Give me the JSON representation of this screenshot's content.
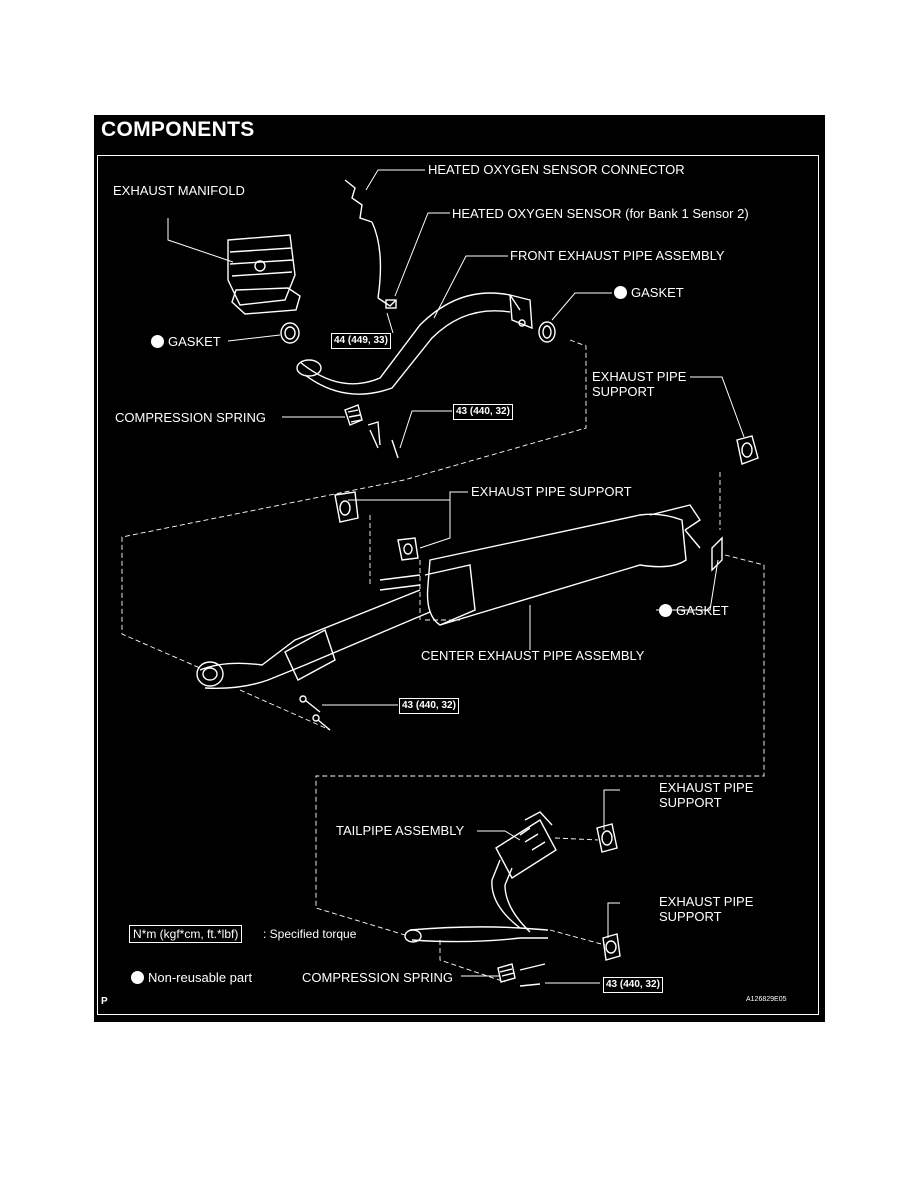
{
  "title": "COMPONENTS",
  "labels": {
    "heated_oxygen_sensor_connector": "HEATED OXYGEN SENSOR CONNECTOR",
    "exhaust_manifold": "EXHAUST MANIFOLD",
    "heated_oxygen_sensor": "HEATED OXYGEN SENSOR (for Bank 1 Sensor 2)",
    "front_exhaust_pipe_assembly": "FRONT EXHAUST PIPE ASSEMBLY",
    "gasket_front_right": "GASKET",
    "gasket_left": "GASKET",
    "exhaust_pipe_support_1": "EXHAUST PIPE\nSUPPORT",
    "compression_spring_1": "COMPRESSION SPRING",
    "exhaust_pipe_support_2": "EXHAUST PIPE SUPPORT",
    "gasket_center": "GASKET",
    "center_exhaust_pipe_assembly": "CENTER EXHAUST PIPE ASSEMBLY",
    "exhaust_pipe_support_3": "EXHAUST PIPE\nSUPPORT",
    "tailpipe_assembly": "TAILPIPE ASSEMBLY",
    "exhaust_pipe_support_4": "EXHAUST PIPE\nSUPPORT",
    "compression_spring_2": "COMPRESSION SPRING"
  },
  "torques": {
    "t1": "44 (449, 33)",
    "t2": "43 (440, 32)",
    "t3": "43 (440, 32)",
    "t4": "43 (440, 32)"
  },
  "legend": {
    "torque_unit": "N*m (kgf*cm, ft.*lbf)",
    "torque_desc": ": Specified torque",
    "non_reusable": "Non-reusable part"
  },
  "corner_mark": "P",
  "figure_code": "A126829E05"
}
